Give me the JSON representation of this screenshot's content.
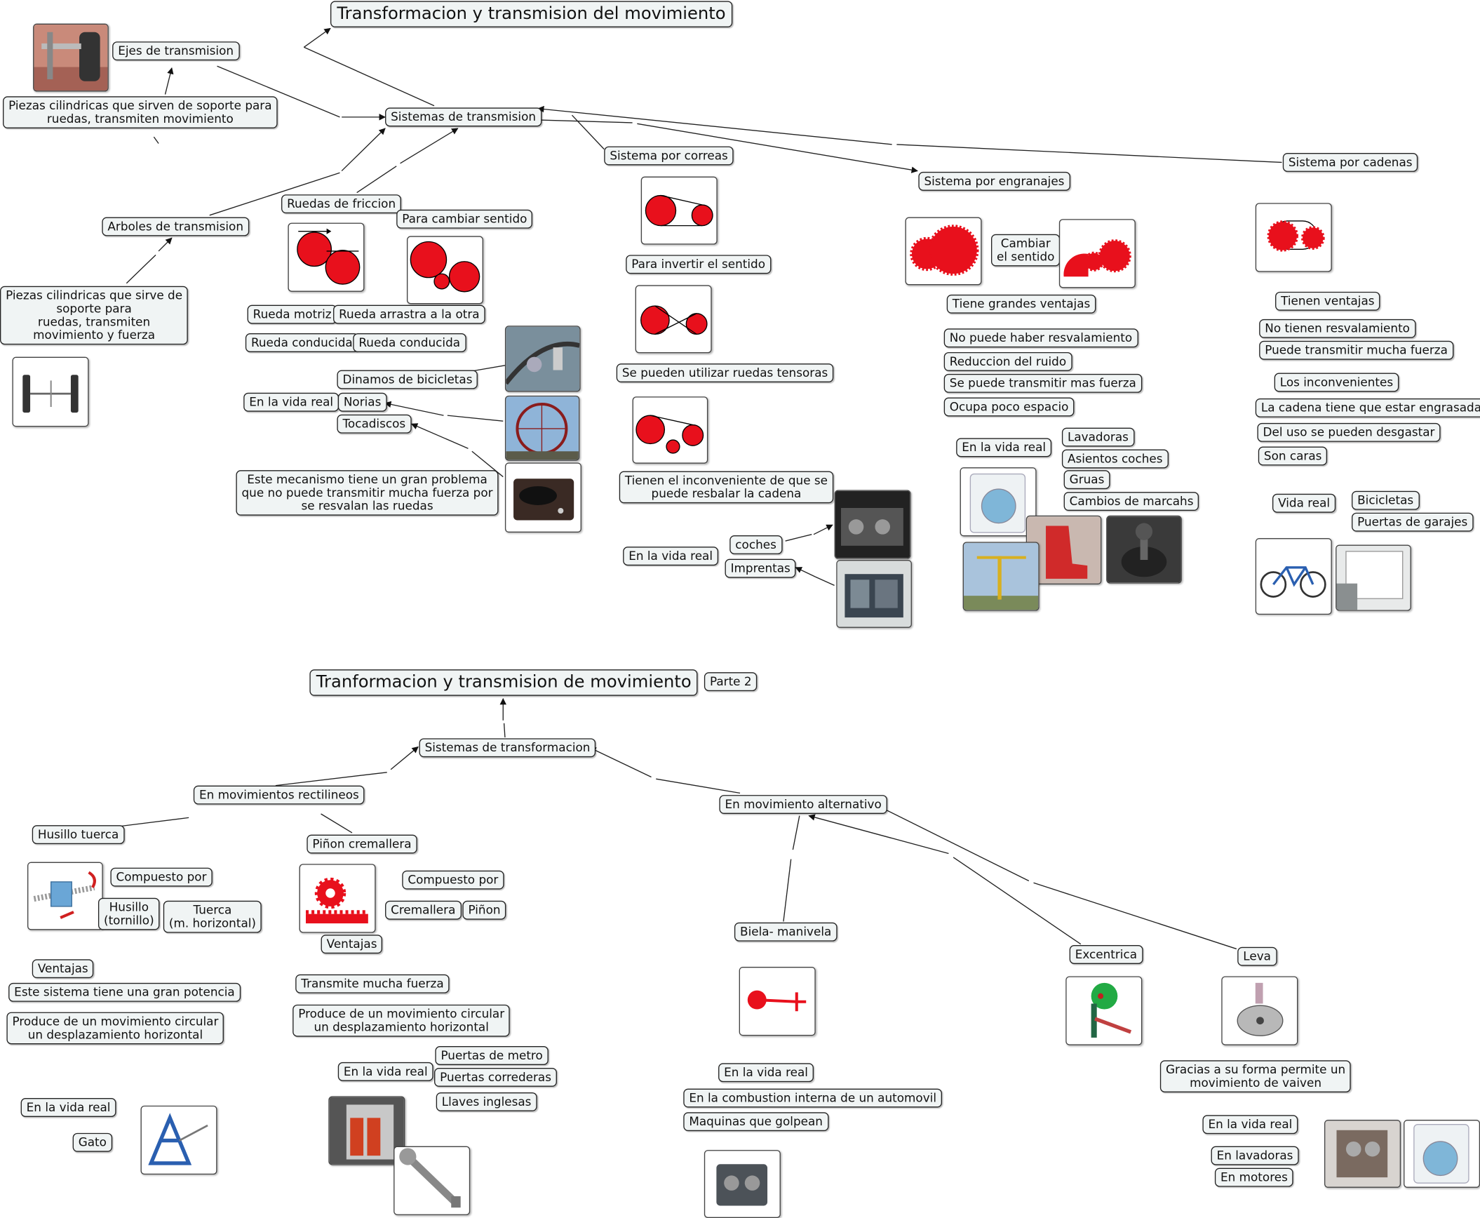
{
  "part1": {
    "title": "Transformacion y transmision del movimiento",
    "systems": "Sistemas de transmision",
    "ejes": {
      "name": "Ejes de transmision",
      "desc": "Piezas cilindricas que sirven de soporte para\nruedas, transmiten movimiento"
    },
    "arboles": {
      "name": "Arboles de transmision",
      "desc": "Piezas cilindricas que sirve de\nsoporte para\nruedas, transmiten\nmovimiento y fuerza"
    },
    "friccion": {
      "name": "Ruedas de friccion",
      "cambiar": "Para cambiar sentido",
      "motriz": "Rueda motriz",
      "arrastra": "Rueda arrastra a la otra",
      "conducida1": "Rueda conducida",
      "conducida2": "Rueda conducida",
      "vida_real": "En la vida real",
      "examples": [
        "Dinamos de bicicletas",
        "Norias",
        "Tocadiscos"
      ],
      "problem": "Este mecanismo tiene un gran problema\nque no puede transmitir mucha fuerza por\nse resvalan las ruedas"
    },
    "correas": {
      "name": "Sistema por correas",
      "invertir": "Para invertir el sentido",
      "tensoras": "Se pueden utilizar ruedas tensoras",
      "inconveniente": "Tienen el inconveniente de que se\npuede resbalar la cadena",
      "vida_real": "En la vida real",
      "examples": [
        "coches",
        "Imprentas"
      ]
    },
    "engranajes": {
      "name": "Sistema por engranajes",
      "cambiar": "Cambiar\nel sentido",
      "ventajas": "Tiene grandes ventajas",
      "list": [
        "No puede haber resvalamiento",
        "Reduccion del ruido",
        "Se puede transmitir mas fuerza",
        "Ocupa poco espacio"
      ],
      "vida_real": "En la vida real",
      "examples": [
        "Lavadoras",
        "Asientos coches",
        "Gruas",
        "Cambios de marcahs"
      ]
    },
    "cadenas": {
      "name": "Sistema por cadenas",
      "ventajas": "Tienen ventajas",
      "ventajas_list": [
        "No tienen resvalamiento",
        "Puede transmitir mucha fuerza"
      ],
      "inconvenientes": "Los inconvenientes",
      "inconvenientes_list": [
        "La cadena tiene que estar engrasada",
        "Del uso se pueden desgastar",
        "Son caras"
      ],
      "vida_real": "Vida real",
      "examples": [
        "Bicicletas",
        "Puertas de garajes"
      ]
    }
  },
  "part2": {
    "title": "Tranformacion y transmision de movimiento",
    "badge": "Parte 2",
    "systems": "Sistemas de transformacion",
    "rectilineos": {
      "name": "En movimientos rectilineos",
      "husillo": {
        "name": "Husillo tuerca",
        "compuesto": "Compuesto por",
        "parts": [
          "Husillo\n(tornillo)",
          "Tuerca\n(m. horizontal)"
        ],
        "ventajas": "Ventajas",
        "ventajas_list": [
          "Este sistema tiene una gran potencia",
          "Produce de un movimiento circular\nun desplazamiento horizontal"
        ],
        "vida_real": "En la vida real",
        "examples": [
          "Gato"
        ]
      },
      "pinon": {
        "name": "Piñon cremallera",
        "compuesto": "Compuesto por",
        "parts": [
          "Cremallera",
          "Piñon"
        ],
        "ventajas": "Ventajas",
        "ventajas_list": [
          "Transmite mucha fuerza",
          "Produce de un movimiento circular\nun desplazamiento horizontal"
        ],
        "vida_real": "En la vida real",
        "examples": [
          "Puertas de metro",
          "Puertas correderas",
          "Llaves inglesas"
        ]
      }
    },
    "alternativo": {
      "name": "En movimiento alternativo",
      "biela": {
        "name": "Biela- manivela",
        "vida_real": "En la vida real",
        "examples": [
          "En la combustion interna de un automovil",
          "Maquinas que golpean"
        ]
      },
      "excentrica": {
        "name": "Excentrica"
      },
      "leva": {
        "name": "Leva",
        "desc": "Gracias a su forma permite un\nmovimiento de vaiven",
        "vida_real": "En la vida real",
        "examples": [
          "En lavadoras",
          "En motores"
        ]
      }
    }
  },
  "colors": {
    "node_bg": "#f0f4f4",
    "node_border": "#222222",
    "wheel_red": "#e8101c",
    "line": "#222222"
  },
  "icons": [
    "wheel-axle-photo-icon",
    "axle-diagram-icon",
    "friction-wheels-icon",
    "belt-pulley-icon",
    "crossed-belt-icon",
    "tensioner-belt-icon",
    "gear-pair-icon",
    "gear-train-icon",
    "chain-sprocket-icon",
    "bicycle-dynamo-photo-icon",
    "ferris-wheel-photo-icon",
    "turntable-photo-icon",
    "car-engine-photo-icon",
    "printing-press-photo-icon",
    "washing-machine-photo-icon",
    "car-seat-photo-icon",
    "gear-shift-photo-icon",
    "crane-photo-icon",
    "bicycle-photo-icon",
    "garage-door-photo-icon",
    "lead-screw-icon",
    "rack-pinion-icon",
    "car-jack-icon",
    "metro-train-photo-icon",
    "wrench-photo-icon",
    "crank-rod-icon",
    "eccentric-icon",
    "cam-icon",
    "engine-block-photo-icon",
    "valve-engine-photo-icon"
  ]
}
